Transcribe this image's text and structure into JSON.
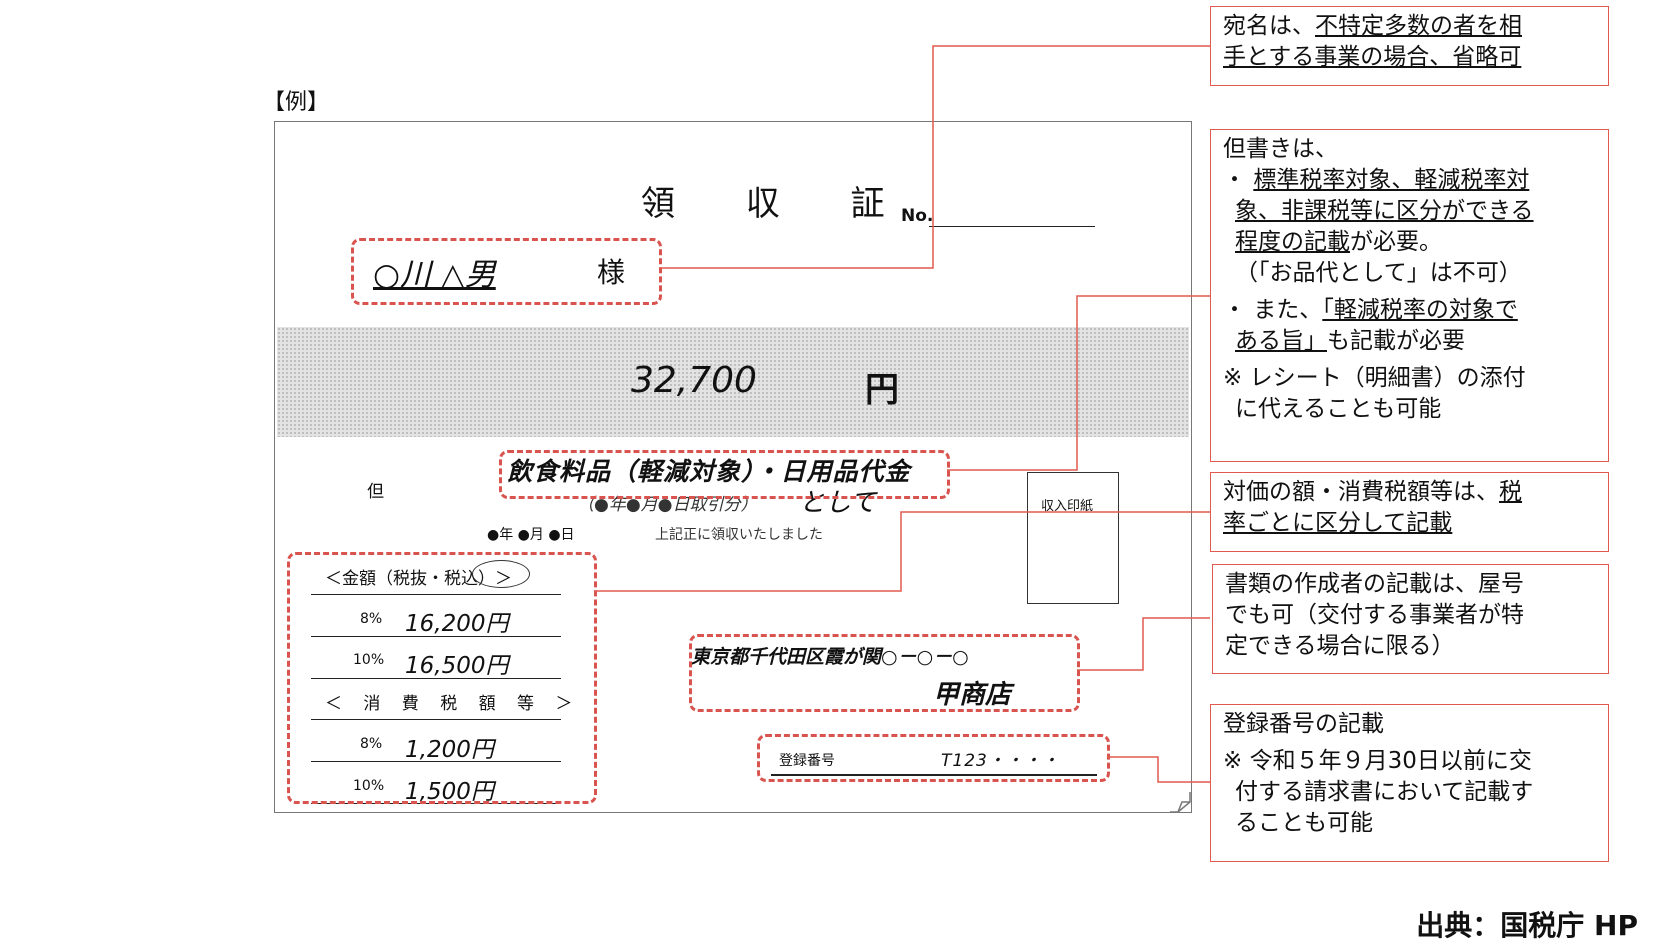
{
  "example_label": "【例】",
  "receipt": {
    "title": "領 収 証",
    "no_label": "No.",
    "addressee": "○川 △男",
    "honorific": "様",
    "amount": "32,700",
    "yen": "円",
    "tadashi": "但",
    "purpose": "飲食料品（軽減対象）・日用品代金",
    "purpose_sub": "（●年●月●日取引分）",
    "toshite": "として",
    "date": "●年 ●月 ●日",
    "received_text": "上記正に領収いたしました",
    "stamp_label": "収入印紙",
    "amount_header": "＜金額（税抜・税込）＞",
    "amount_rows": [
      {
        "rate": "8%",
        "value": "16,200円"
      },
      {
        "rate": "10%",
        "value": "16,500円"
      }
    ],
    "tax_header": "＜ 消 費 税 額 等 ＞",
    "tax_rows": [
      {
        "rate": "8%",
        "value": "1,200円"
      },
      {
        "rate": "10%",
        "value": "1,500円"
      }
    ],
    "store_address": "東京都千代田区霞が関○－○－○",
    "store_name": "甲商店",
    "registration_label": "登録番号",
    "registration_number": "T123・・・・"
  },
  "notes": {
    "addressee_note": {
      "l1_a": "宛名は、",
      "l1_b": "不特定多数の者を相",
      "l2": "手とする事業の場合、省略可"
    },
    "purpose_note": {
      "l1": "但書きは、",
      "l2_a": "・ ",
      "l2_b": "標準税率対象、軽減税率対",
      "l3": "象、非課税等に区分ができる",
      "l4_a": "程度の記載",
      "l4_b": "が必要。",
      "l5": "（「お品代として」は不可）",
      "l6_a": "・ また、",
      "l6_b": "「軽減税率の対象で",
      "l7_a": "ある旨」",
      "l7_b": "も記載が必要",
      "l8": "※ レシート（明細書）の添付",
      "l9": "に代えることも可能"
    },
    "amount_note": {
      "l1_a": "対価の額・消費税額等は、",
      "l1_b": "税",
      "l2": "率ごとに区分して記載"
    },
    "issuer_note": {
      "l1": "書類の作成者の記載は、屋号",
      "l2": "でも可（交付する事業者が特",
      "l3": "定できる場合に限る）"
    },
    "registration_note": {
      "l1": "登録番号の記載",
      "l2": "※ 令和５年９月30日以前に交",
      "l3": "付する請求書において記載す",
      "l4": "ることも可能"
    }
  },
  "source": "出典：国税庁 HP",
  "colors": {
    "accent": "#d9534f",
    "connector": "#e05a4f"
  }
}
